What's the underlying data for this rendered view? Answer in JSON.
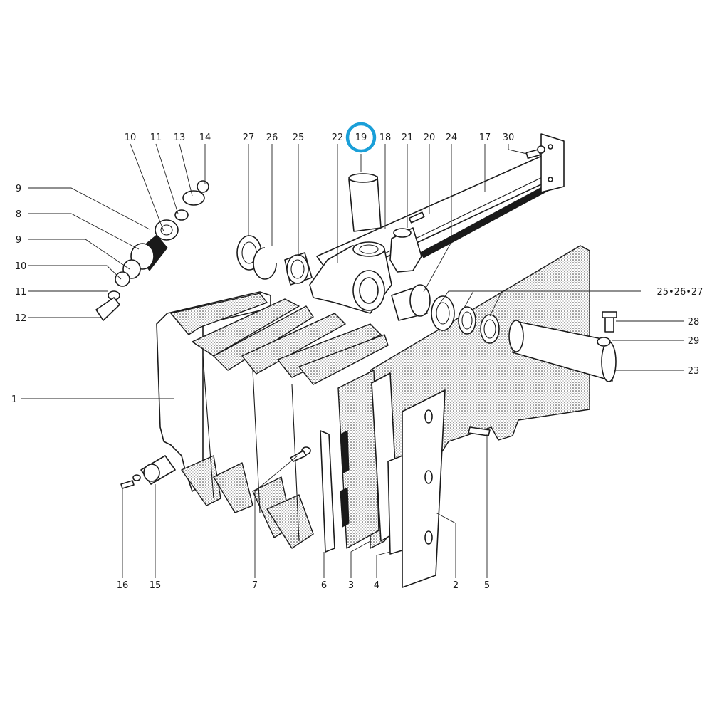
{
  "diagram": {
    "callouts": [
      {
        "id": "c10a",
        "text": "10"
      },
      {
        "id": "c11a",
        "text": "11"
      },
      {
        "id": "c13",
        "text": "13"
      },
      {
        "id": "c14",
        "text": "14"
      },
      {
        "id": "c27",
        "text": "27"
      },
      {
        "id": "c26",
        "text": "26"
      },
      {
        "id": "c25",
        "text": "25"
      },
      {
        "id": "c22",
        "text": "22"
      },
      {
        "id": "c19",
        "text": "19"
      },
      {
        "id": "c18",
        "text": "18"
      },
      {
        "id": "c21",
        "text": "21"
      },
      {
        "id": "c20",
        "text": "20"
      },
      {
        "id": "c24",
        "text": "24"
      },
      {
        "id": "c17",
        "text": "17"
      },
      {
        "id": "c30",
        "text": "30"
      },
      {
        "id": "c9a",
        "text": "9"
      },
      {
        "id": "c8",
        "text": "8"
      },
      {
        "id": "c9b",
        "text": "9"
      },
      {
        "id": "c10b",
        "text": "10"
      },
      {
        "id": "c11b",
        "text": "11"
      },
      {
        "id": "c12",
        "text": "12"
      },
      {
        "id": "c252627",
        "text": "25•26•27"
      },
      {
        "id": "c28",
        "text": "28"
      },
      {
        "id": "c29",
        "text": "29"
      },
      {
        "id": "c23",
        "text": "23"
      },
      {
        "id": "c1",
        "text": "1"
      },
      {
        "id": "c16",
        "text": "16"
      },
      {
        "id": "c15",
        "text": "15"
      },
      {
        "id": "c7",
        "text": "7"
      },
      {
        "id": "c6",
        "text": "6"
      },
      {
        "id": "c3",
        "text": "3"
      },
      {
        "id": "c4",
        "text": "4"
      },
      {
        "id": "c2",
        "text": "2"
      },
      {
        "id": "c5",
        "text": "5"
      }
    ],
    "highlighted_part": "19",
    "highlight_color": "#1a9fd8",
    "ink_color": "#1a1a1a"
  }
}
